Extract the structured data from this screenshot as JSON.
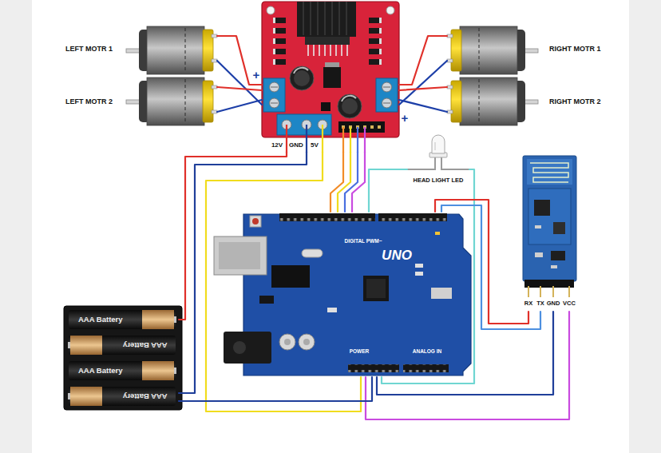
{
  "diagram": {
    "nodes": [
      {
        "text": [
          "LEFT MOTR 1"
        ]
      },
      {
        "text": [
          "12V",
          "GND",
          "5V"
        ]
      },
      {
        "text": [
          "RIGHT MOTR 1"
        ]
      },
      {
        "text": [
          "LEFT MOTR 2"
        ]
      },
      {
        "text": [
          "RIGHT MOTR 2"
        ]
      },
      {
        "text": [
          "HEAD LIGHT LED"
        ]
      },
      {
        "text": [
          "RX",
          "TX",
          "GND",
          "VCC"
        ]
      },
      {
        "text": [
          "DIGITAL PWM~",
          "UNO",
          "POWER",
          "ANALOG IN"
        ]
      },
      {
        "text": [
          "AAA Battery"
        ]
      },
      {
        "text": [
          "AAA Battery"
        ]
      },
      {
        "text": [
          "AAA Battery"
        ]
      },
      {
        "text": [
          "AAA Battery"
        ]
      }
    ],
    "edges": [
      {
        "from": 0,
        "to": 1,
        "arrow": "none"
      },
      {
        "from": 0,
        "to": 1,
        "arrow": "none"
      },
      {
        "from": 3,
        "to": 1,
        "arrow": "none"
      },
      {
        "from": 3,
        "to": 1,
        "arrow": "none"
      },
      {
        "from": 2,
        "to": 1,
        "arrow": "none"
      },
      {
        "from": 2,
        "to": 1,
        "arrow": "none"
      },
      {
        "from": 4,
        "to": 1,
        "arrow": "none"
      },
      {
        "from": 4,
        "to": 1,
        "arrow": "none"
      },
      {
        "from": 1,
        "to": 8,
        "arrow": "none"
      },
      {
        "from": 1,
        "to": 11,
        "arrow": "none"
      },
      {
        "from": 1,
        "to": 7,
        "arrow": "none"
      },
      {
        "from": 1,
        "to": 7,
        "arrow": "none"
      },
      {
        "from": 1,
        "to": 7,
        "arrow": "none"
      },
      {
        "from": 1,
        "to": 7,
        "arrow": "none"
      },
      {
        "from": 1,
        "to": 7,
        "arrow": "none"
      },
      {
        "from": 5,
        "to": 7,
        "arrow": "none"
      },
      {
        "from": 5,
        "to": 7,
        "arrow": "none"
      },
      {
        "from": 6,
        "to": 7,
        "arrow": "none"
      },
      {
        "from": 6,
        "to": 7,
        "arrow": "none"
      },
      {
        "from": 6,
        "to": 7,
        "arrow": "none"
      },
      {
        "from": 6,
        "to": 7,
        "arrow": "none"
      },
      {
        "from": 11,
        "to": 7,
        "arrow": "none"
      }
    ],
    "labels": [
      "+",
      "+"
    ]
  }
}
